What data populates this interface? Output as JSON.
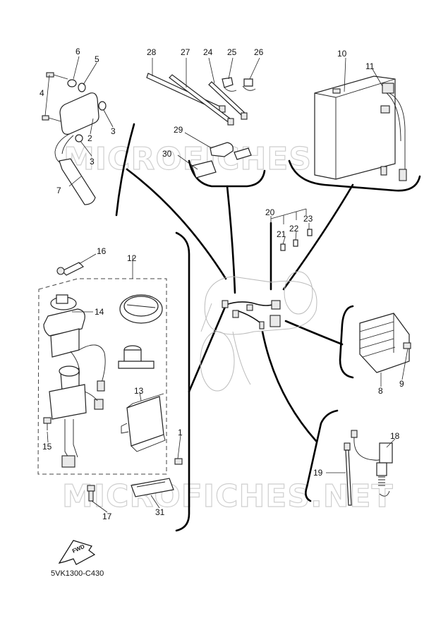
{
  "watermark": "MICROFICHES.NET",
  "diagram_code": "5VK1300-C430",
  "fwd_label": "FWD",
  "callouts": {
    "c1": "1",
    "c2": "2",
    "c3a": "3",
    "c3b": "3",
    "c4": "4",
    "c5": "5",
    "c6": "6",
    "c7": "7",
    "c8": "8",
    "c9": "9",
    "c10": "10",
    "c11": "11",
    "c12": "12",
    "c13": "13",
    "c14": "14",
    "c15": "15",
    "c16": "16",
    "c17": "17",
    "c18": "18",
    "c19": "19",
    "c20": "20",
    "c21": "21",
    "c22": "22",
    "c23": "23",
    "c24": "24",
    "c25": "25",
    "c26": "26",
    "c27": "27",
    "c28": "28",
    "c29": "29",
    "c30": "30",
    "c31": "31"
  }
}
